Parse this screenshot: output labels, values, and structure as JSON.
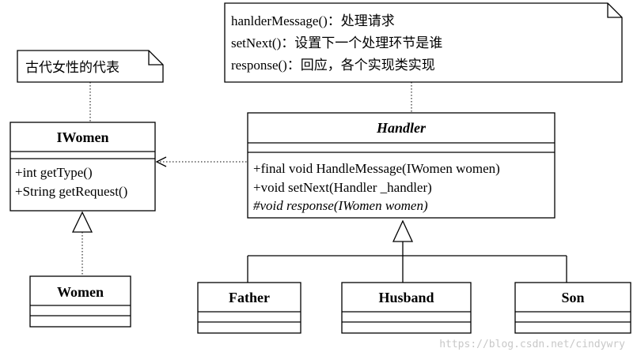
{
  "note_women": {
    "text": "古代女性的代表"
  },
  "note_handler": {
    "lines": [
      "hanlderMessage()：处理请求",
      "setNext()：设置下一个处理环节是谁",
      "response()：回应，各个实现类实现"
    ]
  },
  "iwomen": {
    "name": "IWomen",
    "methods": [
      "+int getType()",
      "+String getRequest()"
    ]
  },
  "women": {
    "name": "Women"
  },
  "handler": {
    "name": "Handler",
    "methods": [
      "+final void HandleMessage(IWomen women)",
      "+void setNext(Handler _handler)",
      "#void response(IWomen women)"
    ]
  },
  "father": {
    "name": "Father"
  },
  "husband": {
    "name": "Husband"
  },
  "son": {
    "name": "Son"
  },
  "watermark": "https://blog.csdn.net/cindywry"
}
